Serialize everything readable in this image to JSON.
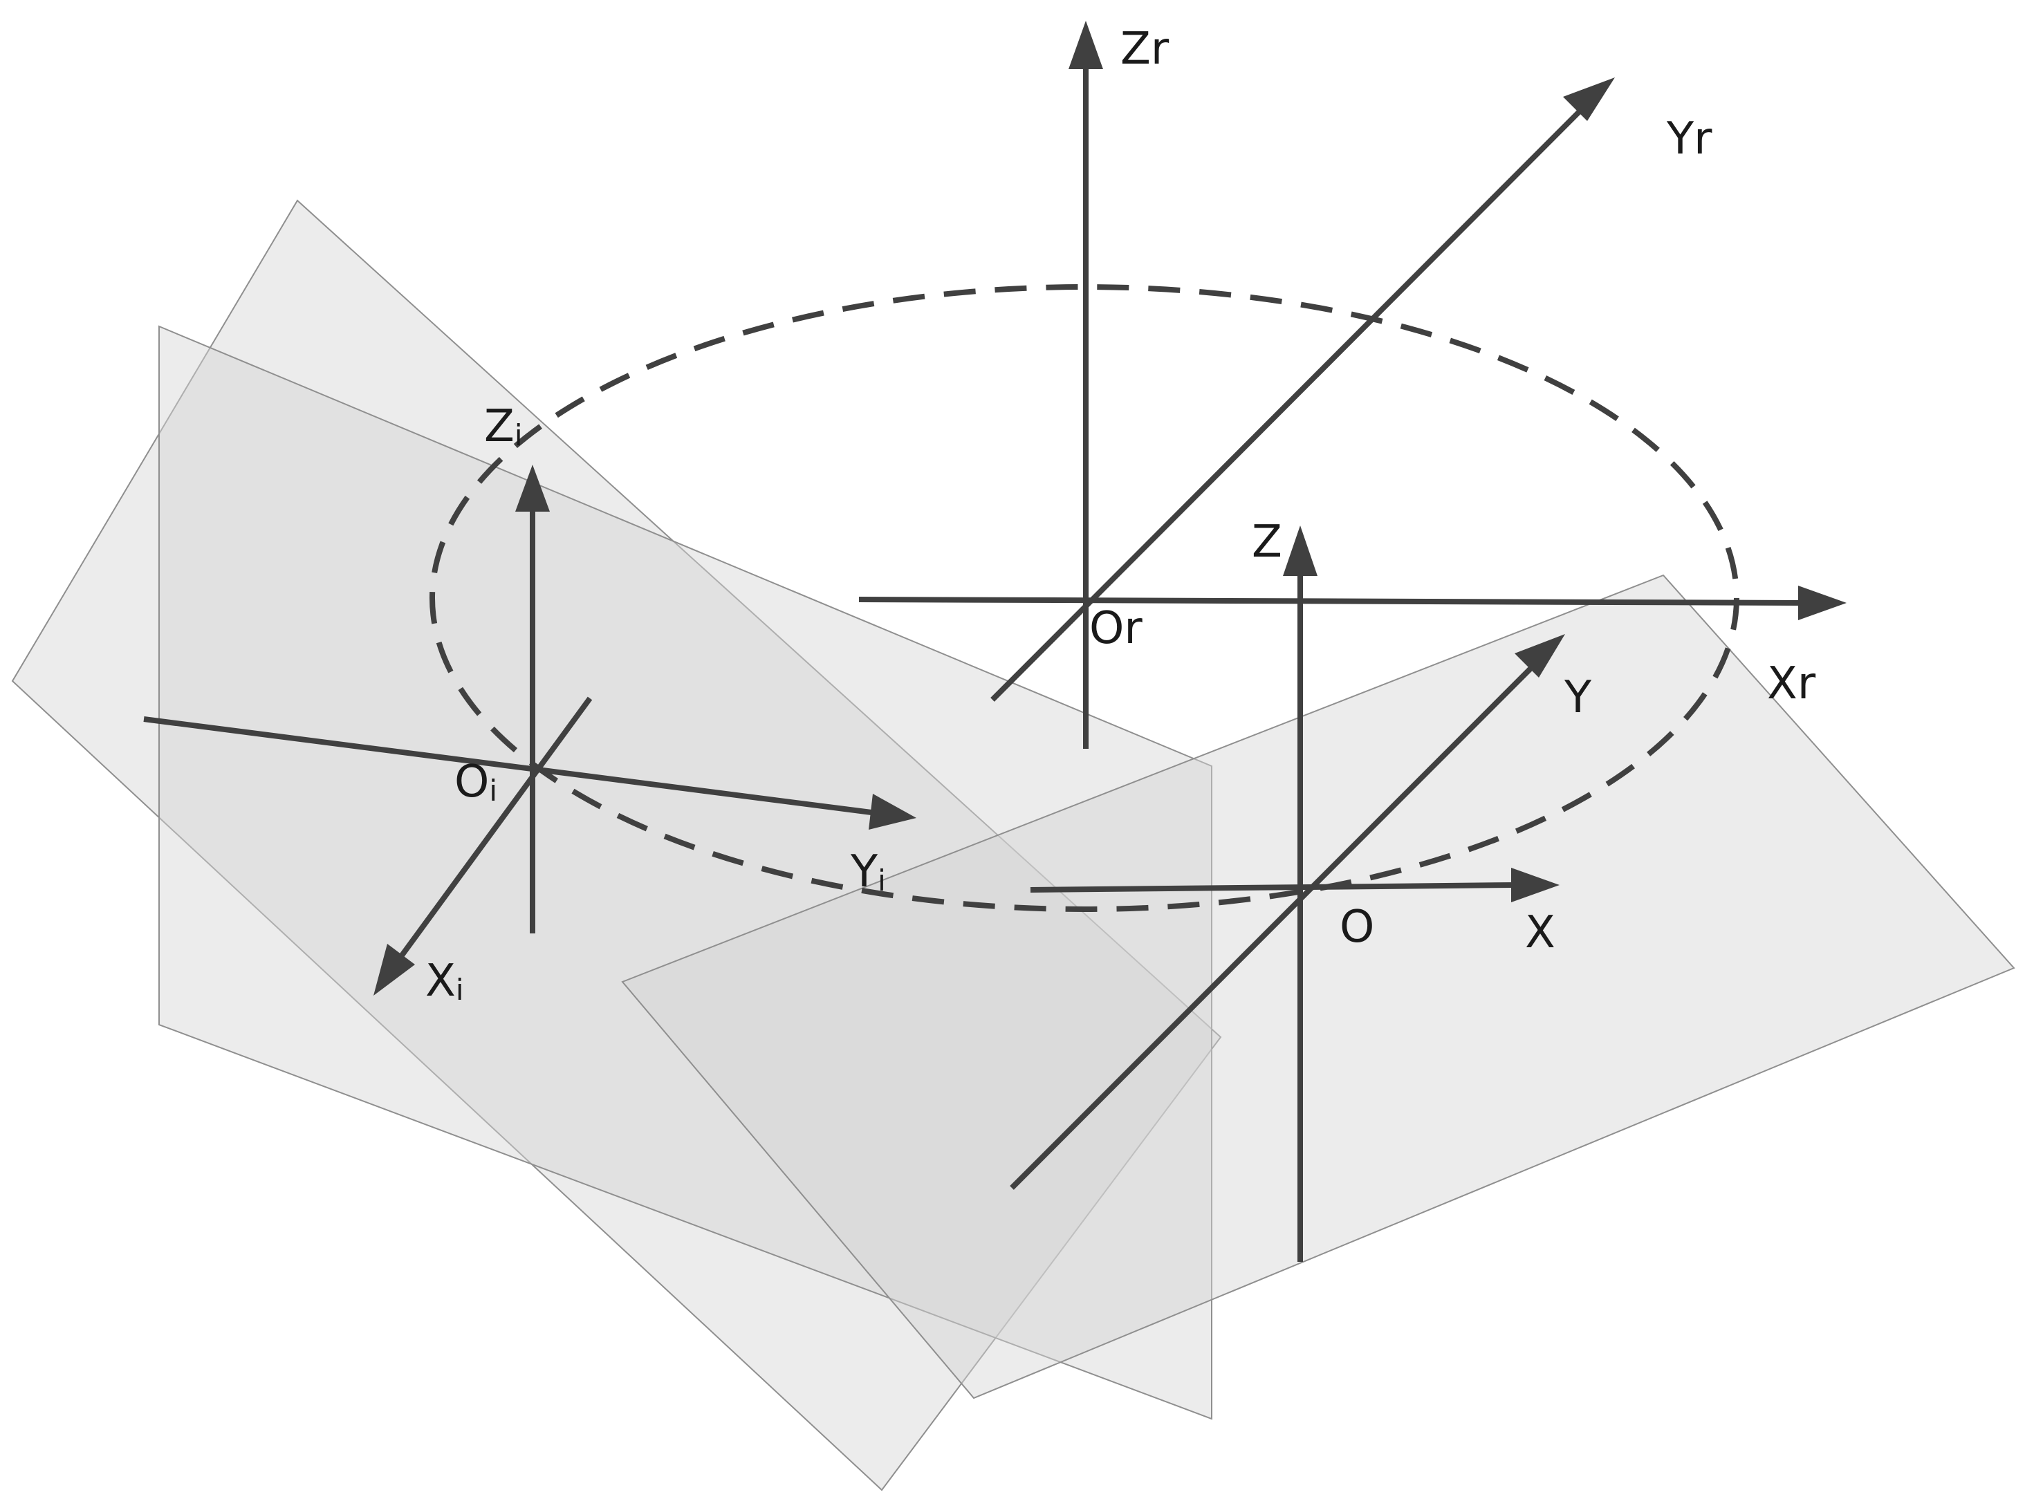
{
  "colors": {
    "plane_fill": "#d4d4d4",
    "plane_stroke": "#8f8f8f",
    "axis": "#404040",
    "text": "#1a1a1a",
    "background": "#ffffff"
  },
  "frames": {
    "reference": {
      "origin": "Or",
      "x_axis": "Xr",
      "y_axis": "Yr",
      "z_axis": "Zr"
    },
    "world": {
      "origin": "O",
      "x_axis": "X",
      "y_axis": "Y",
      "z_axis": "Z"
    },
    "camera_i": {
      "origin_base": "O",
      "x_axis_base": "X",
      "y_axis_base": "Y",
      "z_axis_base": "Z",
      "subscript": "i"
    }
  }
}
